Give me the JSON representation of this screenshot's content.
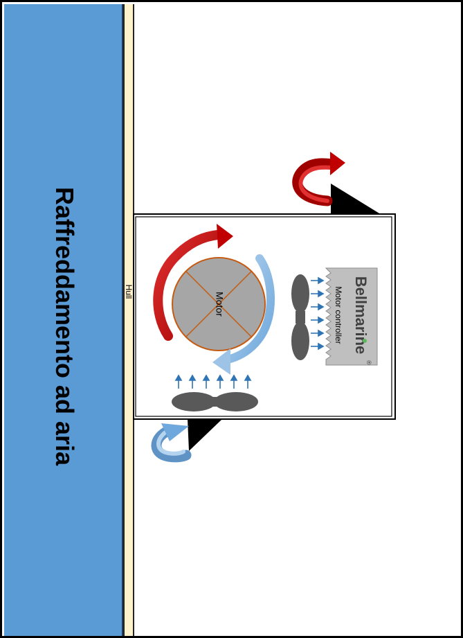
{
  "title": "Raffreddamento ad aria",
  "hull_label": "Hull",
  "motor_label": "Motor",
  "brand": {
    "name": "Bellmarine",
    "registered": "®",
    "tagline": "Motor controller",
    "green_dot": "#5cb85c"
  },
  "colors": {
    "panel_blue": "#5b9bd5",
    "hull_cream": "#fff2cc",
    "hot_arrow": "#c00000",
    "cool_arrow": "#9dc3e6",
    "airflow_arrow": "#2e75b6",
    "motor_fill": "#a6a6a6",
    "motor_cross": "#c55a11"
  },
  "icons": [
    "hot-air-curved-arrow-icon",
    "cool-air-curved-arrow-icon",
    "cooling-fan-icon",
    "heatsink-icon",
    "airflow-arrow-icon"
  ]
}
